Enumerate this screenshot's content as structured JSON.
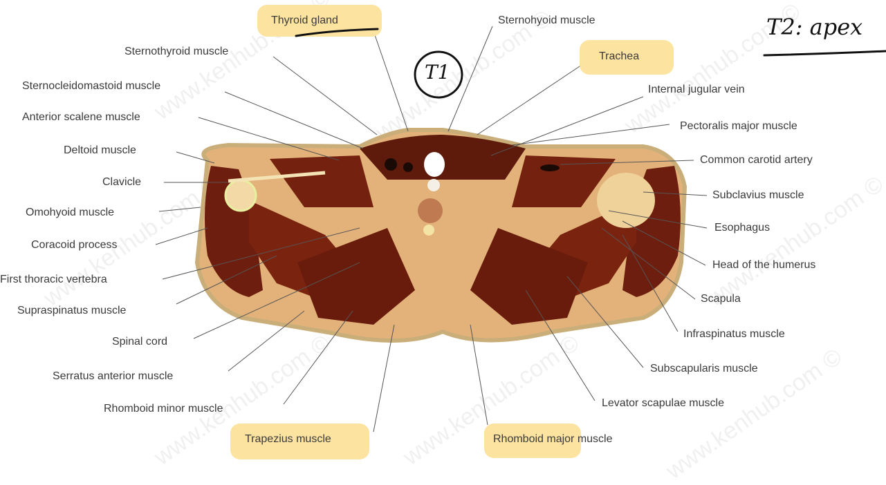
{
  "labels_left": [
    "Sternothyroid muscle",
    "Sternocleidomastoid muscle",
    "Anterior scalene muscle",
    "Deltoid muscle",
    "Clavicle",
    "Omohyoid muscle",
    "Coracoid process",
    "First thoracic vertebra",
    "Supraspinatus muscle",
    "Spinal cord",
    "Serratus anterior muscle",
    "Rhomboid minor muscle"
  ],
  "labels_right": [
    "Sternohyoid muscle",
    "Internal jugular vein",
    "Pectoralis major muscle",
    "Common carotid artery",
    "Subclavius muscle",
    "Esophagus",
    "Head of the humerus",
    "Scapula",
    "Infraspinatus muscle",
    "Subscapularis muscle",
    "Levator scapulae muscle",
    "Rhomboid major muscle"
  ],
  "highlighted_labels": {
    "thyroid": "Thyroid gland",
    "trachea": "Trachea",
    "trapezius": "Trapezius muscle",
    "rhomboid_major": "Rhomboid major muscle"
  },
  "handwriting": {
    "circled": "T1",
    "top_right": "T2: apex"
  },
  "watermark": "www.kenhub.com ©",
  "colors": {
    "highlight": "#fde3a0",
    "tissue_outline": "#c9ae7a",
    "muscle": "#6e1e0e",
    "fat": "#e3b27a"
  }
}
